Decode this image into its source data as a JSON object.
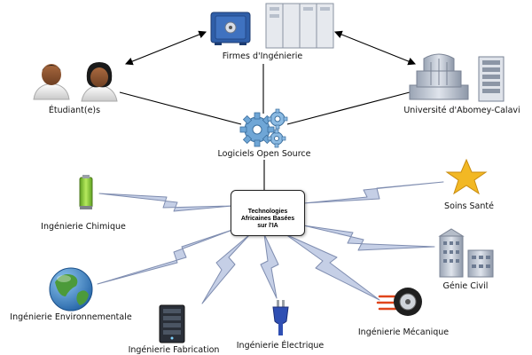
{
  "nodes": {
    "firmes": {
      "label": "Firmes d'Ingénierie"
    },
    "etudiants": {
      "label": "Étudiant(e)s"
    },
    "universite": {
      "label": "Université d'Abomey-Calavi"
    },
    "logiciels": {
      "label": "Logiciels Open Source"
    },
    "hub": {
      "label": "Technologies\nAfricaines Basées\nsur l'IA"
    },
    "chimique": {
      "label": "Ingénierie Chimique"
    },
    "sante": {
      "label": "Soins Santé"
    },
    "civil": {
      "label": "Génie Civil"
    },
    "environnementale": {
      "label": "Ingénierie Environnementale"
    },
    "fabrication": {
      "label": "Ingénierie Fabrication"
    },
    "electrique": {
      "label": "Ingénierie Électrique"
    },
    "mecanique": {
      "label": "Ingénierie Mécanique"
    }
  },
  "colors": {
    "bolt_fill": "#c5cfe6",
    "bolt_stroke": "#7f8db0",
    "gear_blue": "#6fa6d6",
    "gear_orange": "#f2a21b",
    "star_gold": "#f2b824",
    "globe_blue": "#2f79c0",
    "globe_green": "#4c9a3a",
    "battery_green": "#7ecb2e",
    "plug_blue": "#2f4fb3",
    "safe_blue": "#2f5ea8"
  }
}
